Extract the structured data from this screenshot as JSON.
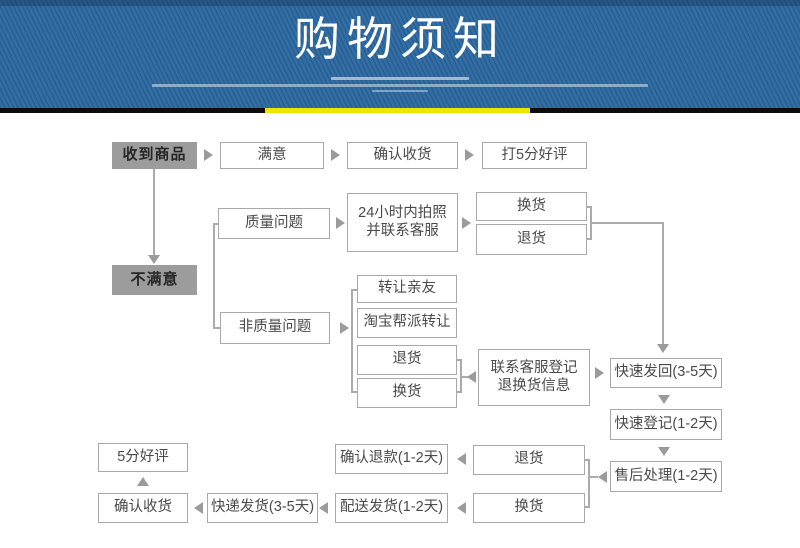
{
  "header": {
    "title": "购物须知",
    "bg_color": "#2e6ba3",
    "bottom_bar_color": "#0d0d0d",
    "accent_bar_color": "#f0e400"
  },
  "colors": {
    "box_border": "#a9a9a9",
    "box_text": "#4a4a4a",
    "filled_box_gray": "#9c9c9c",
    "arrow_gray": "#9b9b9b"
  },
  "flow": {
    "nodes": [
      {
        "label": "收到商品",
        "variant": "filled"
      },
      {
        "label": "满意",
        "variant": "outline"
      },
      {
        "label": "确认收货",
        "variant": "outline"
      },
      {
        "label": "打5分好评",
        "variant": "outline"
      },
      {
        "label": "质量问题",
        "variant": "outline"
      },
      {
        "label_line1": "24小时内拍照",
        "label_line2": "并联系客服",
        "variant": "outline"
      },
      {
        "label": "换货",
        "variant": "outline"
      },
      {
        "label": "退货",
        "variant": "outline"
      },
      {
        "label": "不满意",
        "variant": "filled"
      },
      {
        "label": "非质量问题",
        "variant": "outline"
      },
      {
        "label": "转让亲友",
        "variant": "outline"
      },
      {
        "label": "淘宝帮派转让",
        "variant": "outline"
      },
      {
        "label": "退货",
        "variant": "outline"
      },
      {
        "label": "换货",
        "variant": "outline"
      },
      {
        "label_line1": "联系客服登记",
        "label_line2": "退换货信息",
        "variant": "outline"
      },
      {
        "label": "快速发回(3-5天)",
        "variant": "outline"
      },
      {
        "label": "快速登记(1-2天)",
        "variant": "outline"
      },
      {
        "label": "售后处理(1-2天)",
        "variant": "outline"
      },
      {
        "label": "5分好评",
        "variant": "outline"
      },
      {
        "label": "确认收货",
        "variant": "outline"
      },
      {
        "label": "快递发货(3-5天)",
        "variant": "outline"
      },
      {
        "label": "确认退款(1-2天)",
        "variant": "outline"
      },
      {
        "label": "配送发货(1-2天)",
        "variant": "outline"
      },
      {
        "label": "退货",
        "variant": "outline"
      },
      {
        "label": "换货",
        "variant": "outline"
      }
    ]
  }
}
